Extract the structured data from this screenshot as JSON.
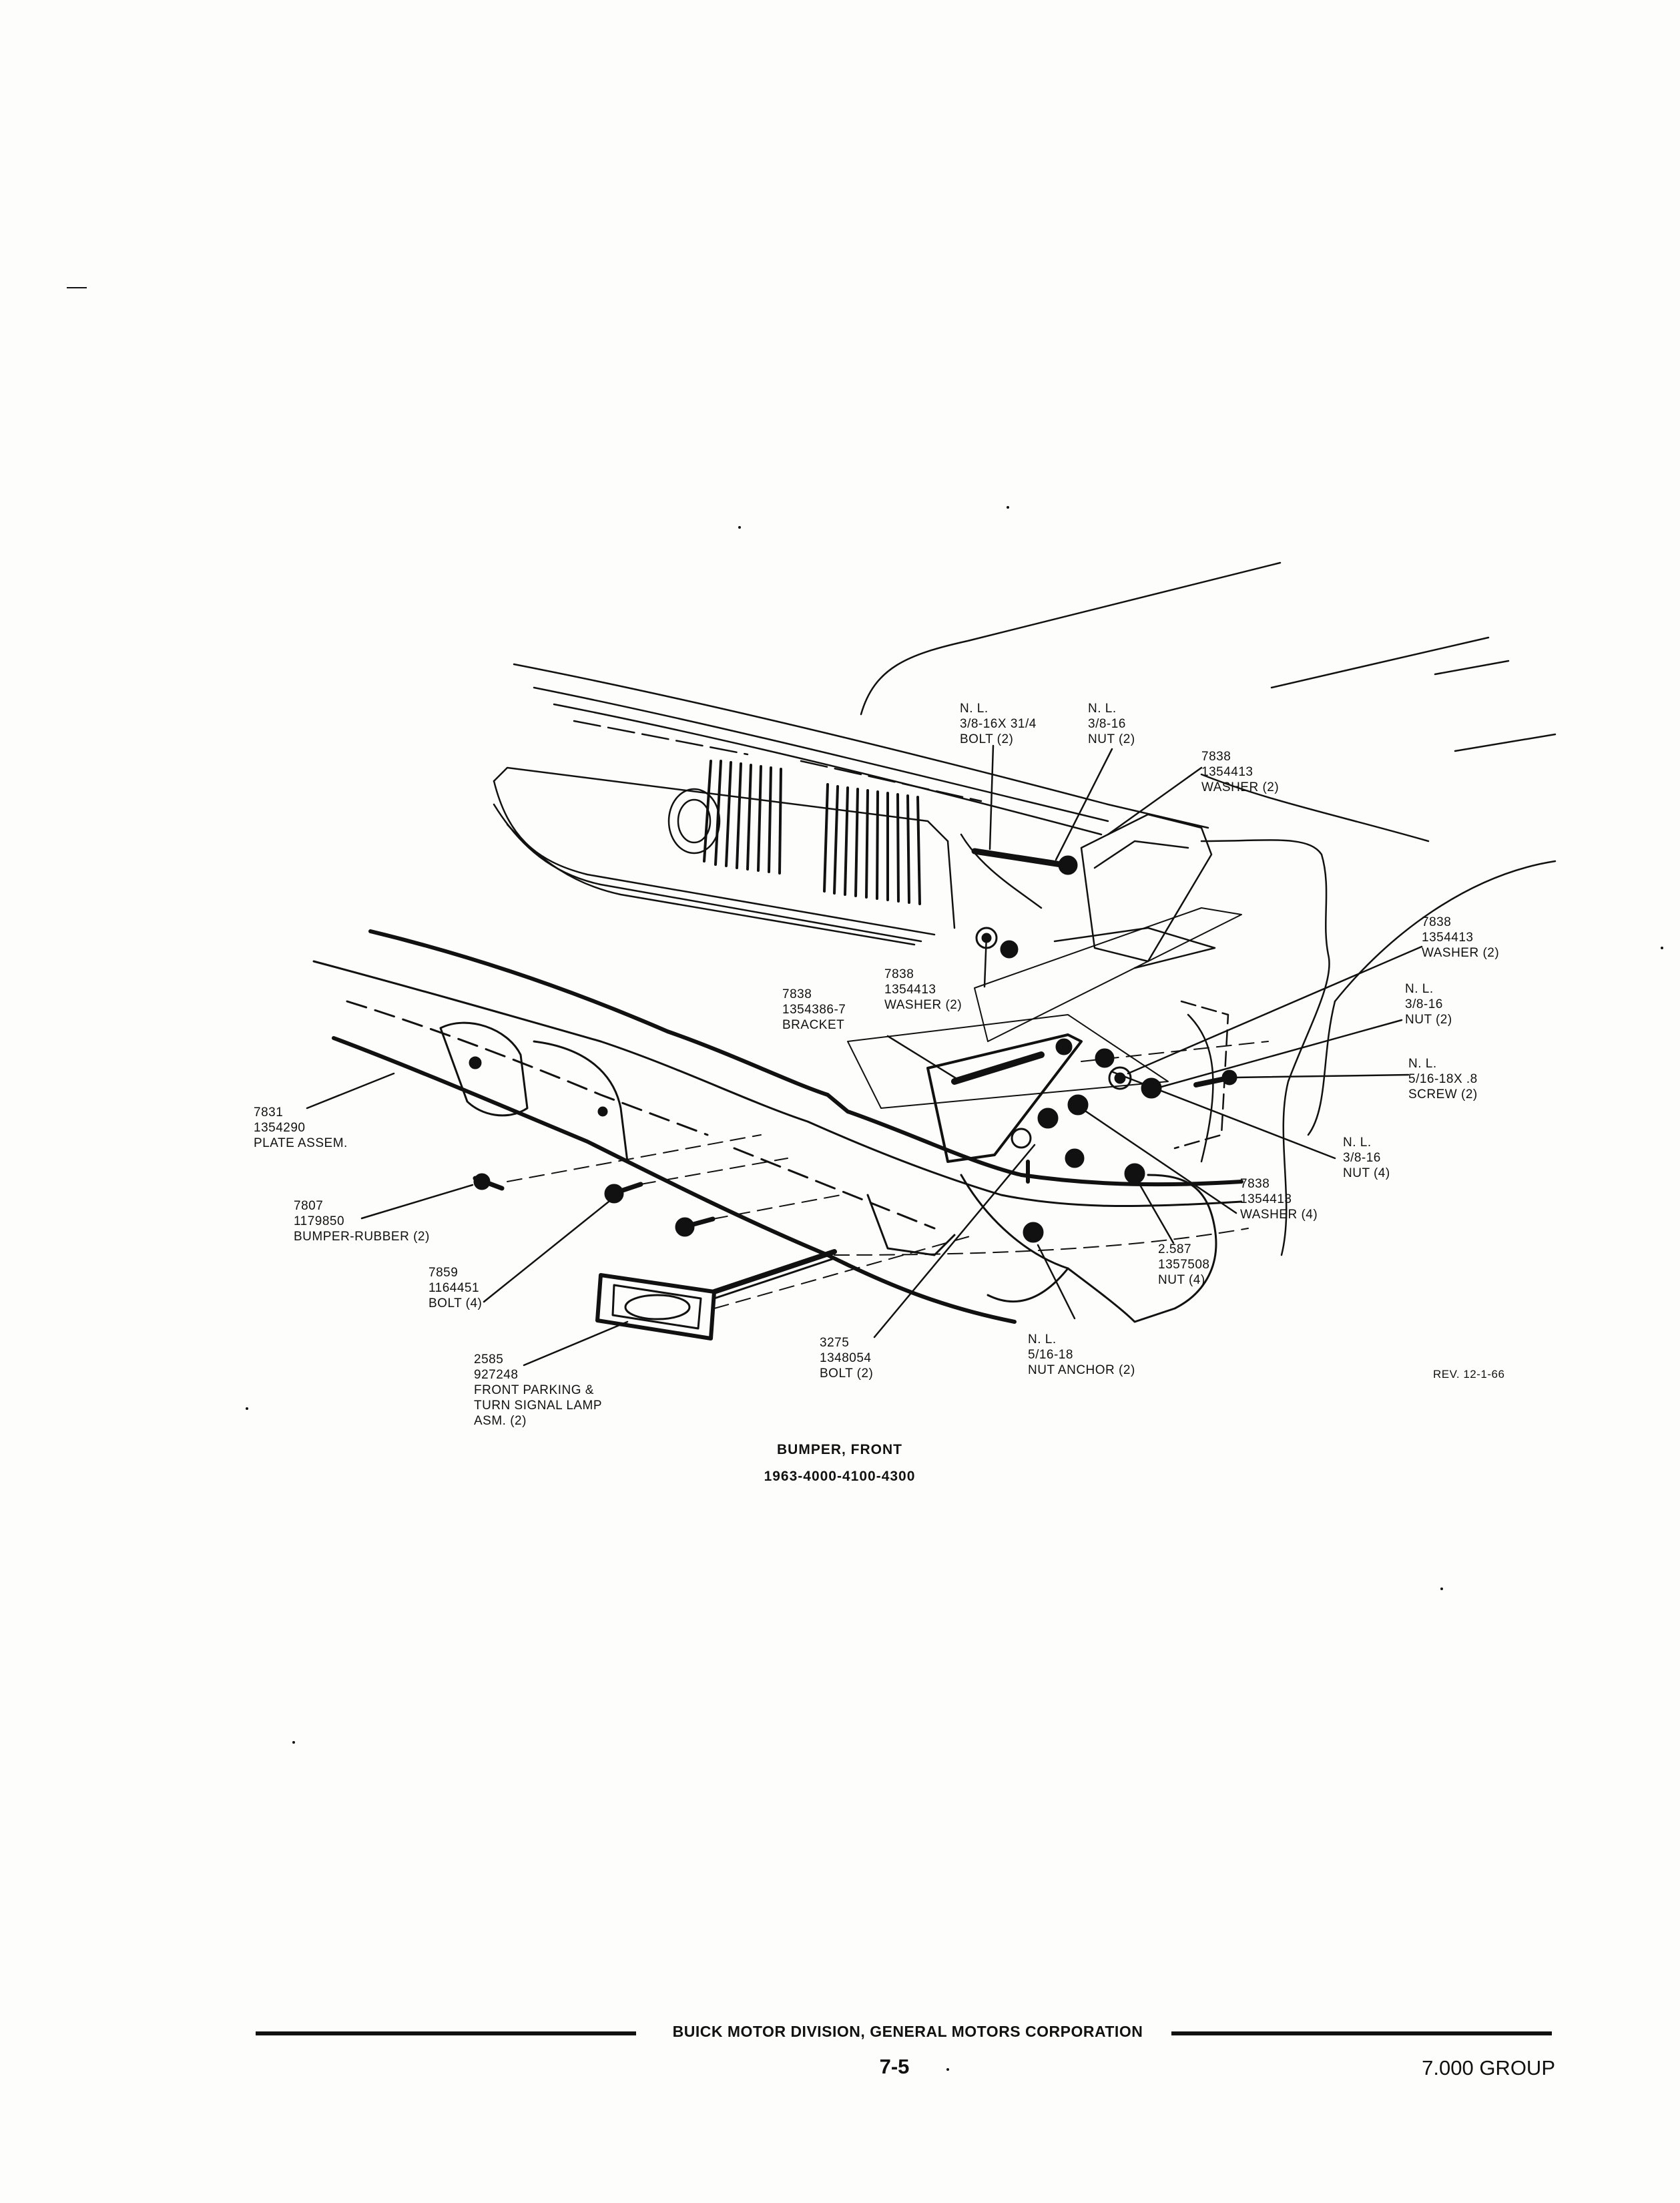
{
  "caption": {
    "line1": "BUMPER, FRONT",
    "line2": "1963-4000-4100-4300"
  },
  "revision": "REV. 12-1-66",
  "parts": {
    "nl_bolt": [
      "N. L.",
      "3/8-16X 31/4",
      "BOLT (2)"
    ],
    "nl_nut_top": [
      "N. L.",
      "3/8-16",
      "NUT (2)"
    ],
    "washer_top": [
      "7838",
      "1354413",
      "WASHER (2)"
    ],
    "washer_right": [
      "7838",
      "1354413",
      "WASHER (2)"
    ],
    "nl_nut_right": [
      "N. L.",
      "3/8-16",
      "NUT (2)"
    ],
    "nl_screw": [
      "N. L.",
      "5/16-18X .8",
      "SCREW (2)"
    ],
    "bracket": [
      "7838",
      "1354386-7",
      "BRACKET"
    ],
    "washer_mid": [
      "7838",
      "1354413",
      "WASHER (2)"
    ],
    "plate": [
      "7831",
      "1354290",
      "PLATE ASSEM."
    ],
    "nl_nut4": [
      "N. L.",
      "3/8-16",
      "NUT (4)"
    ],
    "washer4": [
      "7838",
      "1354413",
      "WASHER (4)"
    ],
    "rubber": [
      "7807",
      "1179850",
      "BUMPER-RUBBER (2)"
    ],
    "nut_2587": [
      "2.587",
      "1357508",
      "NUT (4)"
    ],
    "bolt_7859": [
      "7859",
      "1164451",
      "BOLT (4)"
    ],
    "bolt_3275": [
      "3275",
      "1348054",
      "BOLT (2)"
    ],
    "nut_anchor": [
      "N. L.",
      "5/16-18",
      "NUT ANCHOR (2)"
    ],
    "lamp": [
      "2585",
      "927248",
      "FRONT PARKING &",
      "TURN SIGNAL LAMP",
      "ASM. (2)"
    ]
  },
  "footer": {
    "division": "BUICK MOTOR DIVISION, GENERAL MOTORS CORPORATION",
    "page_number": "7-5",
    "group": "7.000 GROUP"
  }
}
